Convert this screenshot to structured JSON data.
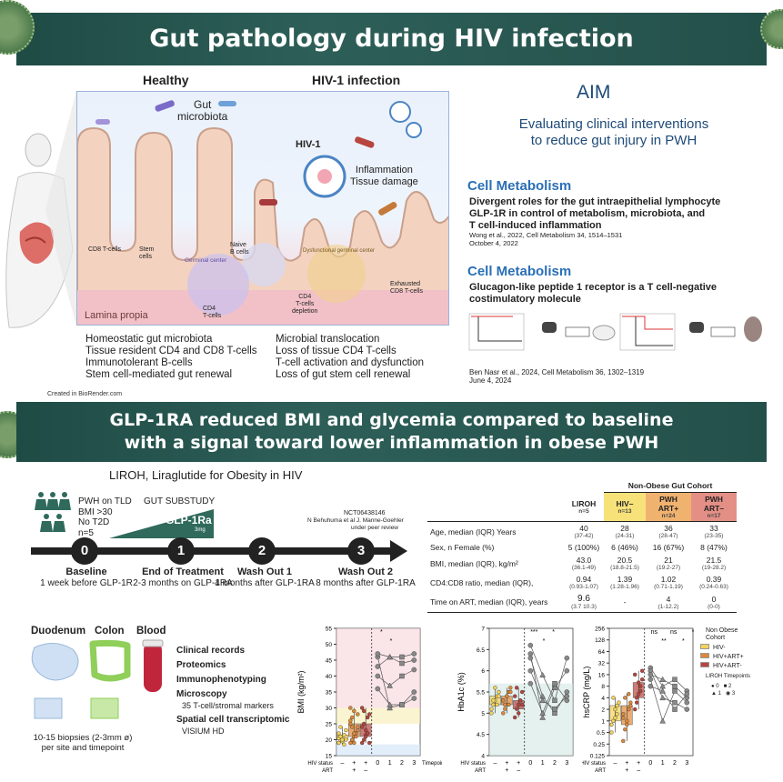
{
  "top": {
    "title": "Gut pathology during HIV infection",
    "healthy_label": "Healthy",
    "hiv_label": "HIV-1 infection",
    "gut_microbiota": "Gut\nmicrobiota",
    "hiv1": "HIV-1",
    "inflammation": "Inflammation\nTissue damage",
    "cd8": "CD8 T-cells",
    "stem": "Stem\ncells",
    "germinal": "Germinal center",
    "naive_b": "Naive\nB cells",
    "cd4": "CD4\nT-cells",
    "dysfunctional_gc": "Dysfunctional germinal center",
    "cd4_depletion": "CD4\nT-cells\ndepletion",
    "exhausted": "Exhausted\nCD8 T-cells",
    "lamina": "Lamina propia",
    "healthy_list": [
      "Homeostatic gut microbiota",
      "Tissue resident CD4 and CD8 T-cells",
      "Immunotolerant B-cells",
      "Stem cell-mediated gut renewal"
    ],
    "hiv_list": [
      "Microbial translocation",
      "Loss of tissue CD4 T-cells",
      "T-cell activation and dysfunction",
      "Loss of gut stem cell renewal"
    ],
    "credit": "Created in BioRender.com",
    "aim_title": "AIM",
    "aim_text": "Evaluating clinical interventions\nto reduce gut injury in PWH",
    "papers": [
      {
        "journal": "Cell Metabolism",
        "title": "Divergent roles for the gut intraepithelial lymphocyte\nGLP-1R in control of metabolism, microbiota, and\nT cell-induced inflammation",
        "ref": "Wong et al., 2022, Cell Metabolism 34, 1514–1531\nOctober 4, 2022"
      },
      {
        "journal": "Cell Metabolism",
        "title": "Glucagon-like peptide 1 receptor is a T cell-negative\ncostimulatory molecule",
        "ref": "Ben Nasr et al., 2024, Cell Metabolism 36, 1302–1319\nJune 4, 2024"
      }
    ]
  },
  "bottom": {
    "title_line1": "GLP-1RA reduced BMI and glycemia compared to baseline",
    "title_line2": "with a signal toward lower inflammation in obese PWH",
    "liroh": "LIROH, Liraglutide for Obesity in HIV",
    "criteria": "PWH on TLD\nBMI >30\nNo T2D\nn=5",
    "substudy": "GUT SUBSTUDY",
    "drug": "GLP-1Ra",
    "dose": "3mg",
    "nct": "NCT06438146",
    "authors": "N Behuhuma et al J. Manne-Goehler\nunder peer review",
    "timeline": [
      {
        "num": "0",
        "name": "Baseline",
        "desc": "1 week before GLP-1R"
      },
      {
        "num": "1",
        "name": "End of Treatment",
        "desc": "2-3 months on GLP-1RA"
      },
      {
        "num": "2",
        "name": "Wash Out 1",
        "desc": "4 months after GLP-1RA"
      },
      {
        "num": "3",
        "name": "Wash Out 2",
        "desc": "8 months after GLP-1RA"
      }
    ],
    "table": {
      "group_header": "Non-Obese Gut Cohort",
      "columns": [
        {
          "name": "LIROH",
          "n": "n=5"
        },
        {
          "name": "HIV–",
          "n": "n=13"
        },
        {
          "name": "PWH ART+",
          "n": "n=24"
        },
        {
          "name": "PWH ART–",
          "n": "n=17"
        }
      ],
      "rows": [
        {
          "label": "Age, median (IQR) Years",
          "cells": [
            [
              "40",
              "(37-42)"
            ],
            [
              "28",
              "(24-31)"
            ],
            [
              "36",
              "(28-47)"
            ],
            [
              "33",
              "(23-35)"
            ]
          ]
        },
        {
          "label": "Sex, n Female (%)",
          "cells": [
            [
              "5 (100%)",
              ""
            ],
            [
              "6 (46%)",
              ""
            ],
            [
              "16 (67%)",
              ""
            ],
            [
              "8 (47%)",
              ""
            ]
          ]
        },
        {
          "label": "BMI, median (IQR), kg/m²",
          "cells": [
            [
              "43.0",
              "(36.1-49)"
            ],
            [
              "20.5",
              "(18.8-21.5)"
            ],
            [
              "21",
              "(19.2-27)"
            ],
            [
              "21.5",
              "(19-28.2)"
            ]
          ]
        },
        {
          "label": "CD4:CD8 ratio, median (IQR),",
          "cells": [
            [
              "0.94",
              "(0.93-1.07)"
            ],
            [
              "1.39",
              "(1.28-1.96)"
            ],
            [
              "1.02",
              "(0.71-1.19)"
            ],
            [
              "0.39",
              "(0.24-0.63)"
            ]
          ]
        },
        {
          "label": "Time on ART, median (IQR), years",
          "cells": [
            [
              "9.6",
              "(3.7 10.3)"
            ],
            [
              "-",
              ""
            ],
            [
              "4",
              "(1-12.2)"
            ],
            [
              "0",
              "(0-0)"
            ]
          ]
        }
      ]
    },
    "organs": [
      "Duodenum",
      "Colon",
      "Blood"
    ],
    "biopsy": "10-15 biopsies (2-3mm ø)\nper site and timepoint",
    "assays": [
      {
        "name": "Clinical records",
        "detail": ""
      },
      {
        "name": "Proteomics",
        "detail": ""
      },
      {
        "name": "Immunophenotyping",
        "detail": ""
      },
      {
        "name": "Microscopy",
        "detail": "35 T-cell/stromal markers"
      },
      {
        "name": "Spatial cell transcriptomic",
        "detail": "VISIUM HD"
      }
    ]
  },
  "legend": {
    "title": "Non Obese\nCohort",
    "items": [
      {
        "label": "HIV-",
        "color": "#f3d35b"
      },
      {
        "label": "HIV+ART+",
        "color": "#e0893a"
      },
      {
        "label": "HIV+ART-",
        "color": "#b8453e"
      }
    ],
    "tp_title": "LIROH Timepoints",
    "tp_items": [
      "0",
      "1",
      "2",
      "3"
    ]
  },
  "row_labels": {
    "hiv": "HIV status",
    "art": "ART",
    "timepoint": "Timepoint",
    "hiv_vals": [
      "–",
      "+",
      "+"
    ],
    "art_vals": [
      "",
      "+",
      "–"
    ],
    "tps": [
      "0",
      "1",
      "2",
      "3"
    ]
  },
  "chart_data": [
    {
      "type": "scatter",
      "ylabel": "BMI (kg/m²)",
      "ylim": [
        15,
        55
      ],
      "yticks": [
        15,
        20,
        25,
        30,
        35,
        40,
        45,
        50,
        55
      ],
      "groups": [
        {
          "name": "HIV-",
          "color": "#f3d35b",
          "values": [
            19,
            20,
            21,
            21.5,
            20,
            22,
            24,
            19.5,
            18.5,
            23,
            20.5,
            21,
            20
          ]
        },
        {
          "name": "HIV+ART+",
          "color": "#e0893a",
          "values": [
            19,
            20,
            21,
            22,
            23,
            25,
            27,
            29,
            21,
            24,
            26,
            20,
            19,
            22,
            28,
            30,
            24,
            22
          ]
        },
        {
          "name": "HIV+ART-",
          "color": "#b8453e",
          "values": [
            19,
            20,
            21.5,
            22,
            28,
            30,
            25,
            23,
            27,
            19,
            24,
            29,
            21,
            22
          ]
        }
      ],
      "liroh": [
        [
          43,
          46,
          44,
          45
        ],
        [
          46,
          30,
          31,
          33
        ],
        [
          40,
          37,
          40,
          42
        ],
        [
          36,
          31,
          31,
          35
        ],
        [
          47,
          46,
          46,
          47
        ]
      ],
      "significance": [
        "*",
        "*"
      ]
    },
    {
      "type": "scatter",
      "ylabel": "HbA1c (%)",
      "ylim": [
        4.0,
        7.0
      ],
      "yticks": [
        4.0,
        4.5,
        5.0,
        5.5,
        6.0,
        6.5,
        7.0
      ],
      "groups": [
        {
          "name": "HIV-",
          "color": "#f3d35b",
          "values": [
            5.0,
            5.2,
            5.3,
            5.4,
            5.5,
            5.1,
            5.3,
            5.6,
            5.2,
            5.4
          ]
        },
        {
          "name": "HIV+ART+",
          "color": "#e0893a",
          "values": [
            5.0,
            5.2,
            5.4,
            5.5,
            5.6,
            5.3,
            5.1,
            5.4,
            5.2,
            5.5,
            5.3
          ]
        },
        {
          "name": "HIV+ART-",
          "color": "#b8453e",
          "values": [
            4.9,
            5.1,
            5.2,
            5.3,
            5.5,
            5.4,
            5.6,
            5.0,
            5.3,
            5.2
          ]
        }
      ],
      "liroh": [
        [
          6.6,
          5.9,
          5.3,
          6.3
        ],
        [
          6.4,
          4.9,
          5.6,
          6.0
        ],
        [
          6.3,
          5.4,
          5.0,
          5.5
        ],
        [
          5.7,
          5.0,
          5.7,
          5.3
        ],
        [
          6.0,
          5.3,
          5.1,
          5.4
        ]
      ],
      "significance": [
        "***",
        "*",
        "*"
      ]
    },
    {
      "type": "scatter",
      "ylabel": "hsCRP (mg/L)",
      "scale": "log2",
      "ylim": [
        0.125,
        256
      ],
      "yticks": [
        0.125,
        0.25,
        0.5,
        1,
        2,
        4,
        8,
        16,
        32,
        64,
        128,
        256
      ],
      "groups": [
        {
          "name": "HIV-",
          "color": "#f3d35b",
          "values": [
            0.5,
            1,
            2,
            1.5,
            3,
            0.8,
            4,
            1.2,
            2.5
          ]
        },
        {
          "name": "HIV+ART+",
          "color": "#e0893a",
          "values": [
            0.3,
            0.6,
            1,
            2,
            3,
            1.5,
            4,
            0.8,
            5,
            2.5,
            1.2
          ]
        },
        {
          "name": "HIV+ART-",
          "color": "#b8453e",
          "values": [
            2,
            3,
            5,
            8,
            12,
            16,
            4,
            10,
            6,
            20
          ]
        }
      ],
      "liroh": [
        [
          24,
          8,
          12,
          6
        ],
        [
          20,
          4,
          3,
          2
        ],
        [
          16,
          12,
          8,
          4
        ],
        [
          12,
          1,
          6,
          3
        ],
        [
          8,
          6,
          2,
          5
        ]
      ],
      "significance": [
        "ns",
        "**",
        "ns",
        "*",
        "*"
      ]
    }
  ]
}
